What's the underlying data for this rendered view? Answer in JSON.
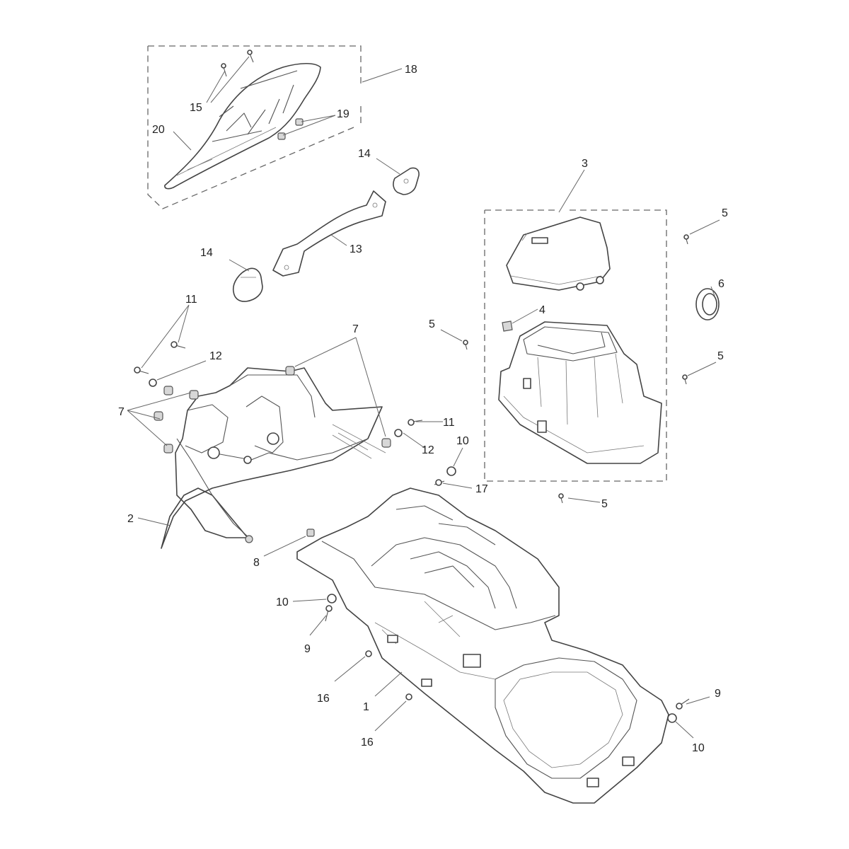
{
  "callouts": {
    "c1": "1",
    "c2": "2",
    "c3": "3",
    "c4": "4",
    "c5a": "5",
    "c5b": "5",
    "c5c": "5",
    "c5d": "5",
    "c6": "6",
    "c7a": "7",
    "c7b": "7",
    "c8": "8",
    "c9a": "9",
    "c9b": "9",
    "c10a": "10",
    "c10b": "10",
    "c10c": "10",
    "c11a": "11",
    "c11b": "11",
    "c12a": "12",
    "c12b": "12",
    "c13": "13",
    "c14a": "14",
    "c14b": "14",
    "c15": "15",
    "c16a": "16",
    "c16b": "16",
    "c17": "17",
    "c18": "18",
    "c19": "19",
    "c20": "20"
  }
}
